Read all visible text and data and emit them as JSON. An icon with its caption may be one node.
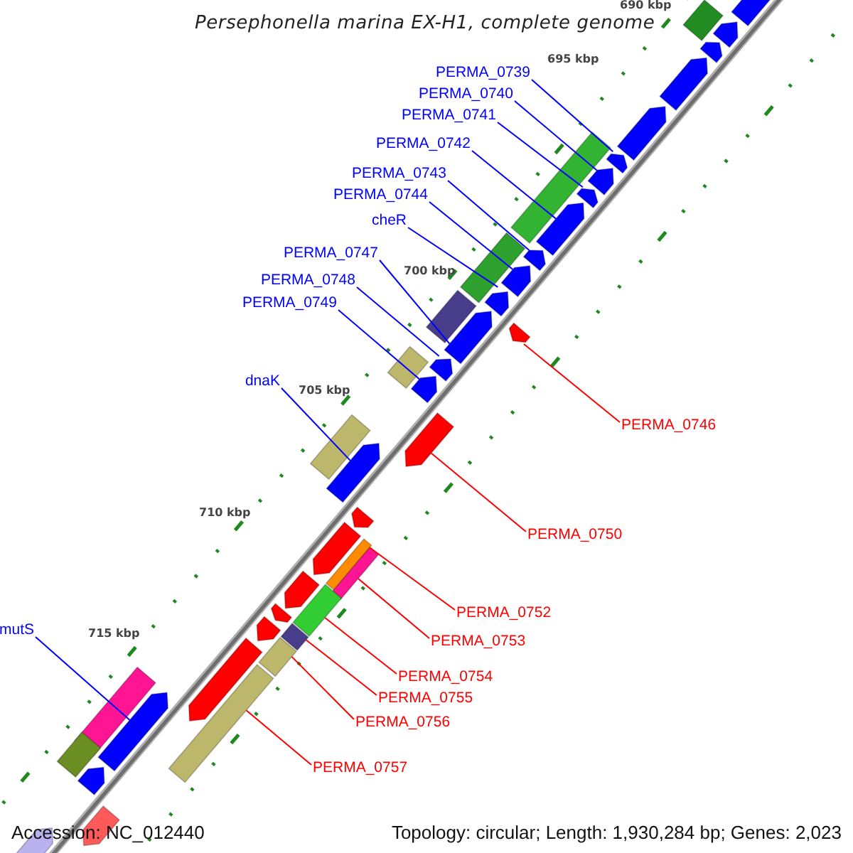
{
  "diagram": {
    "title": "Persephonella marina EX-H1, complete genome",
    "nodes": [
      {
        "text": [
          "PERMA_0739"
        ]
      },
      {
        "text": [
          "PERMA_0740"
        ]
      },
      {
        "text": [
          "PERMA_0741"
        ]
      },
      {
        "text": [
          "PERMA_0742"
        ]
      },
      {
        "text": [
          "PERMA_0743"
        ]
      },
      {
        "text": [
          "PERMA_0744"
        ]
      },
      {
        "text": [
          "cheR"
        ]
      },
      {
        "text": [
          "PERMA_0747"
        ]
      },
      {
        "text": [
          "PERMA_0748"
        ]
      },
      {
        "text": [
          "PERMA_0749"
        ]
      },
      {
        "text": [
          "PERMA_0746"
        ]
      },
      {
        "text": [
          "dnaK"
        ]
      },
      {
        "text": [
          "PERMA_0750"
        ]
      },
      {
        "text": [
          "PERMA_0752"
        ]
      },
      {
        "text": [
          "PERMA_0753"
        ]
      },
      {
        "text": [
          "mutS"
        ]
      },
      {
        "text": [
          "PERMA_0754"
        ]
      },
      {
        "text": [
          "PERMA_0755"
        ]
      },
      {
        "text": [
          "PERMA_0756"
        ]
      },
      {
        "text": [
          "PERMA_0757"
        ]
      },
      {
        "text": [],
        "shape": "pentagon"
      },
      {
        "text": [],
        "shape": "box"
      },
      {
        "text": [],
        "shape": "pentagon"
      },
      {
        "text": [],
        "shape": "pentagon"
      },
      {
        "text": [],
        "shape": "pentagon"
      },
      {
        "text": [],
        "shape": "pentagon"
      },
      {
        "text": [],
        "shape": "pentagon"
      },
      {
        "text": [],
        "shape": "box"
      },
      {
        "text": [],
        "shape": "pentagon"
      },
      {
        "text": [],
        "shape": "pentagon"
      },
      {
        "text": [],
        "shape": "pentagon"
      },
      {
        "text": [],
        "shape": "pentagon"
      },
      {
        "text": [],
        "shape": "box"
      },
      {
        "text": [],
        "shape": "pentagon"
      },
      {
        "text": [],
        "shape": "pentagon"
      },
      {
        "text": [],
        "shape": "pentagon"
      },
      {
        "text": [],
        "shape": "pentagon"
      },
      {
        "text": [],
        "shape": "box"
      },
      {
        "text": [],
        "shape": "pentagon"
      },
      {
        "text": [],
        "shape": "box"
      },
      {
        "text": [],
        "shape": "pentagon"
      },
      {
        "text": [],
        "shape": "pentagon"
      },
      {
        "text": [],
        "shape": "box"
      },
      {
        "text": [],
        "shape": "pentagon"
      },
      {
        "text": [],
        "shape": "pentagon"
      },
      {
        "text": [],
        "shape": "pentagon"
      },
      {
        "text": [],
        "shape": "box"
      },
      {
        "text": [],
        "shape": "box"
      },
      {
        "text": [],
        "shape": "box"
      },
      {
        "text": [],
        "shape": "pentagon"
      },
      {
        "text": [],
        "shape": "pentagon"
      },
      {
        "text": [],
        "shape": "box"
      },
      {
        "text": [],
        "shape": "pentagon"
      },
      {
        "text": [],
        "shape": "box"
      },
      {
        "text": [],
        "shape": "pentagon"
      },
      {
        "text": [],
        "shape": "box"
      },
      {
        "text": [],
        "shape": "pentagon"
      },
      {
        "text": [],
        "shape": "box"
      },
      {
        "text": [],
        "shape": "box"
      },
      {
        "text": [],
        "shape": "pentagon"
      },
      {
        "text": [],
        "shape": "pentagon"
      },
      {
        "text": [],
        "shape": "pentagon"
      }
    ],
    "edges": [
      {
        "from": 0,
        "to": 26,
        "arrow": "none"
      },
      {
        "from": 1,
        "to": 28,
        "arrow": "none"
      },
      {
        "from": 2,
        "to": 29,
        "arrow": "none"
      },
      {
        "from": 3,
        "to": 30,
        "arrow": "none"
      },
      {
        "from": 4,
        "to": 31,
        "arrow": "none"
      },
      {
        "from": 5,
        "to": 33,
        "arrow": "none"
      },
      {
        "from": 6,
        "to": 34,
        "arrow": "none"
      },
      {
        "from": 7,
        "to": 36,
        "arrow": "none"
      },
      {
        "from": 8,
        "to": 38,
        "arrow": "none"
      },
      {
        "from": 9,
        "to": 40,
        "arrow": "none"
      },
      {
        "from": 10,
        "to": 35,
        "arrow": "none",
        "color": "#ff0000"
      },
      {
        "from": 11,
        "to": 43,
        "arrow": "none"
      },
      {
        "from": 12,
        "to": 41,
        "arrow": "none",
        "color": "#ff0000"
      },
      {
        "from": 13,
        "to": 46,
        "arrow": "none",
        "color": "#ff0000"
      },
      {
        "from": 14,
        "to": 47,
        "arrow": "none",
        "color": "#ff0000"
      },
      {
        "from": 15,
        "to": 56,
        "arrow": "none"
      },
      {
        "from": 16,
        "to": 48,
        "arrow": "none",
        "color": "#ff0000"
      },
      {
        "from": 17,
        "to": 51,
        "arrow": "none",
        "color": "#ff0000"
      },
      {
        "from": 18,
        "to": 53,
        "arrow": "none",
        "color": "#ff0000"
      },
      {
        "from": 19,
        "to": 55,
        "arrow": "none",
        "color": "#ff0000"
      }
    ],
    "labels": [
      "690 kbp",
      "695 kbp",
      "700 kbp",
      "705 kbp",
      "710 kbp",
      "715 kbp",
      "Accession: NC_012440",
      "Topology: circular; Length: 1,930,284 bp; Genes: 2,023"
    ]
  }
}
